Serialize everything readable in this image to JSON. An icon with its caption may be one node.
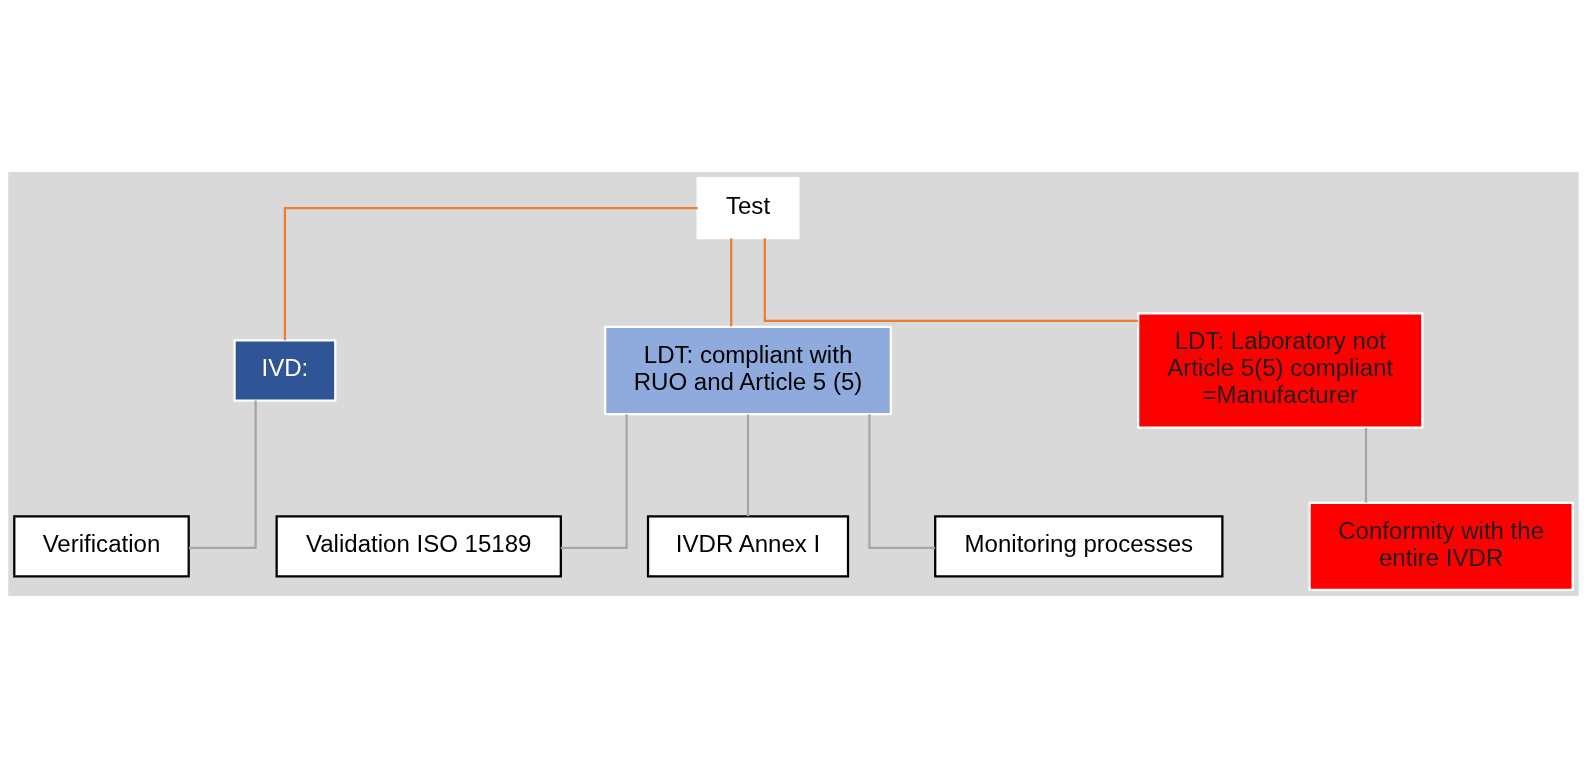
{
  "diagram": {
    "nodes": [
      {
        "text": [
          "Test"
        ]
      },
      {
        "text": [
          "IVD:"
        ]
      },
      {
        "text": [
          "LDT: compliant with RUO and Article 5 (5)"
        ]
      },
      {
        "text": [
          "LDT: Laboratory not Article 5(5) compliant",
          "=Manufacturer"
        ]
      },
      {
        "text": [
          "Verification"
        ]
      },
      {
        "text": [
          "Validation ISO 15189"
        ]
      },
      {
        "text": [
          "IVDR Annex I"
        ]
      },
      {
        "text": [
          "Monitoring processes"
        ]
      },
      {
        "text": [
          "Conformity with the entire IVDR"
        ]
      }
    ],
    "edges": [
      {
        "from": 0,
        "to": 1,
        "arrow": "none",
        "color": "#ed7d31"
      },
      {
        "from": 0,
        "to": 2,
        "arrow": "none",
        "color": "#ed7d31"
      },
      {
        "from": 0,
        "to": 3,
        "arrow": "none",
        "color": "#ed7d31"
      },
      {
        "from": 1,
        "to": 4,
        "arrow": "none"
      },
      {
        "from": 2,
        "to": 5,
        "arrow": "none"
      },
      {
        "from": 2,
        "to": 6,
        "arrow": "none"
      },
      {
        "from": 2,
        "to": 7,
        "arrow": "none"
      },
      {
        "from": 3,
        "to": 8,
        "arrow": "none"
      }
    ]
  }
}
